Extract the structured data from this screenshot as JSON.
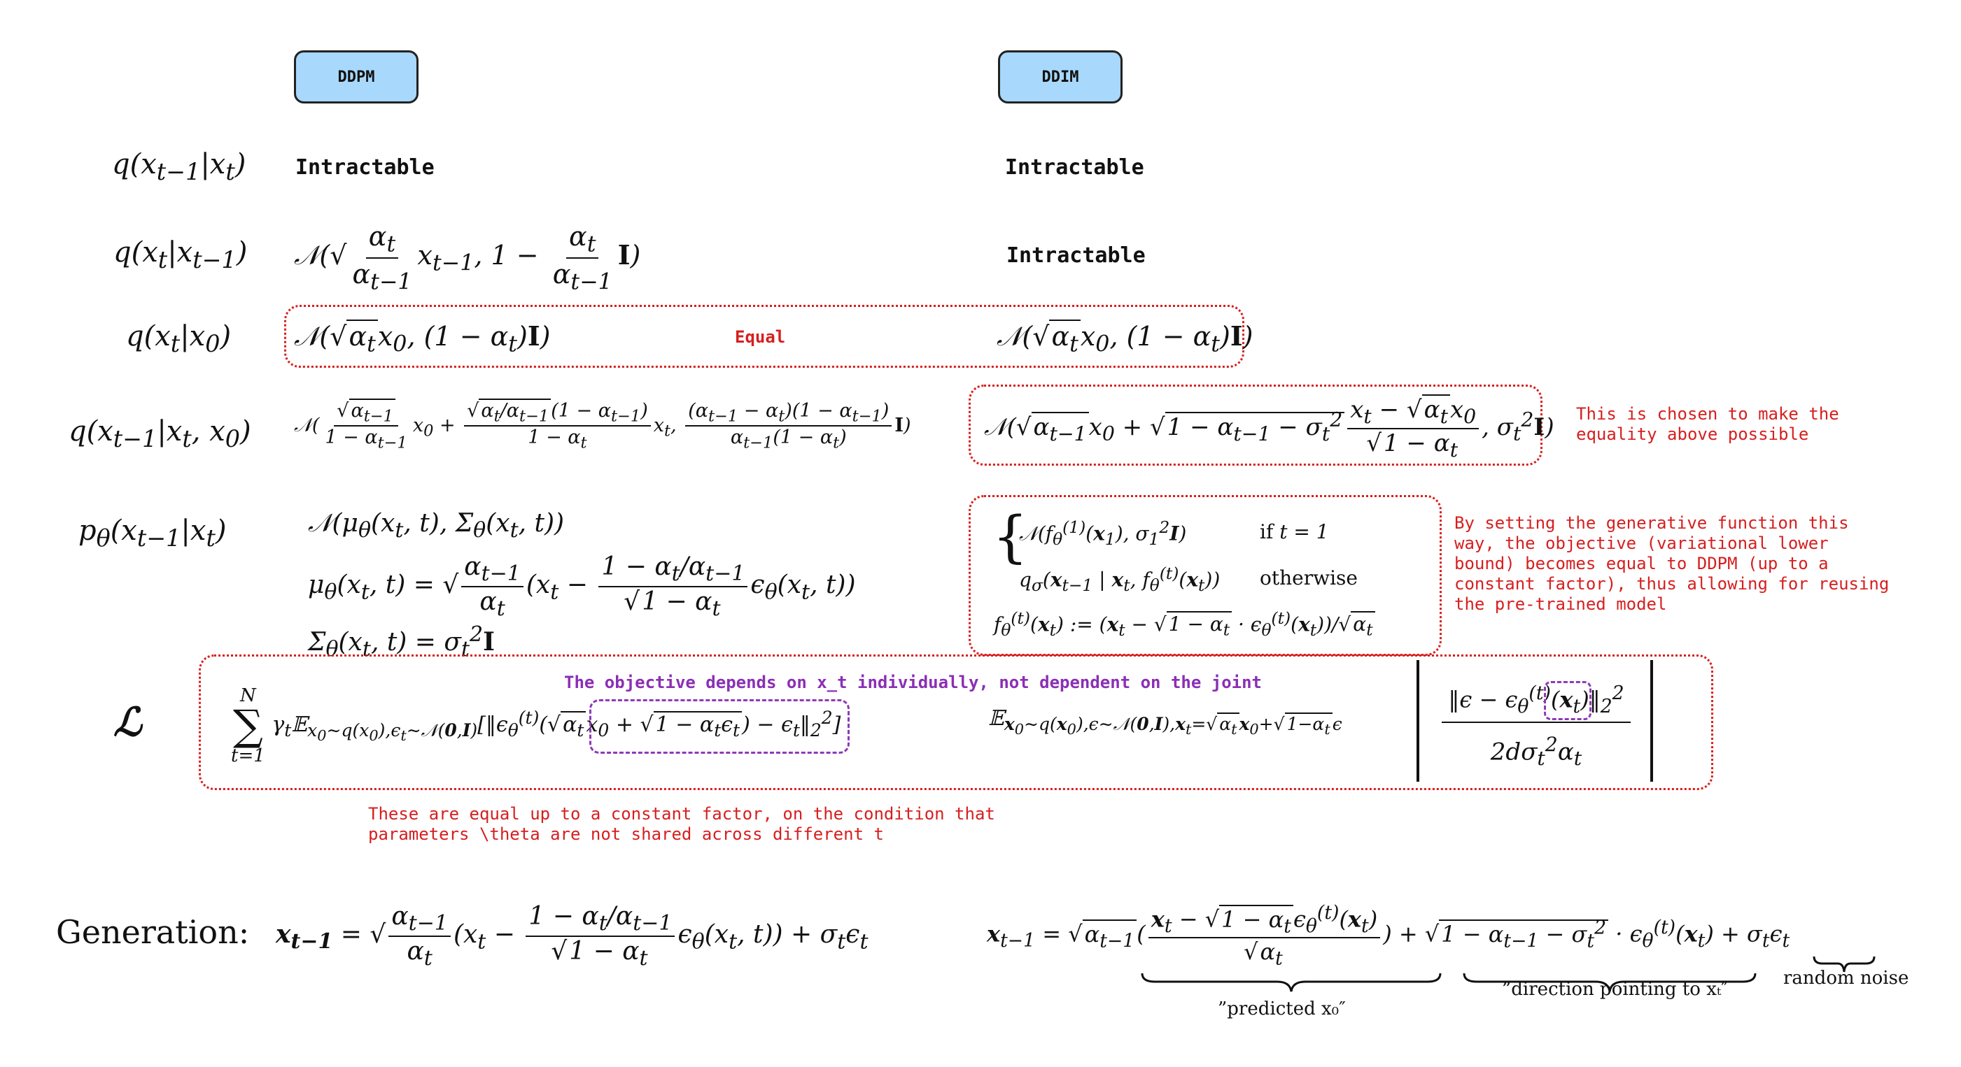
{
  "columns": {
    "left_header": "DDPM",
    "right_header": "DDIM"
  },
  "rows": {
    "r1": {
      "label": "q(x_{t-1}|x_t)",
      "ddpm": "Intractable",
      "ddim": "Intractable"
    },
    "r2": {
      "label": "q(x_t|x_{t-1})",
      "ddim": "Intractable"
    },
    "r3": {
      "label": "q(x_t|x_0)",
      "equal": "Equal"
    },
    "r4": {
      "label": "q(x_{t-1}|x_t, x_0)"
    },
    "r5": {
      "label": "p_θ(x_{t-1}|x_t)"
    },
    "loss": {
      "label": "ℒ"
    }
  },
  "notes": {
    "equality": "This is chosen to make the\nequality above possible",
    "generative": "By setting the generative function this\nway, the objective (variational lower\nbound) becomes equal to DDPM (up to a\nconstant factor), thus allowing for reusing\nthe pre-trained model",
    "objective": "The objective depends on x_t individually, not dependent on the joint",
    "equal_factor": "These are equal up to a constant factor, on the condition that\nparameters \\theta are not shared across different t"
  },
  "generation": {
    "label": "Generation:",
    "predicted": "”predicted x₀″",
    "direction": "”direction pointing to xₜ″",
    "noise": "random noise"
  }
}
